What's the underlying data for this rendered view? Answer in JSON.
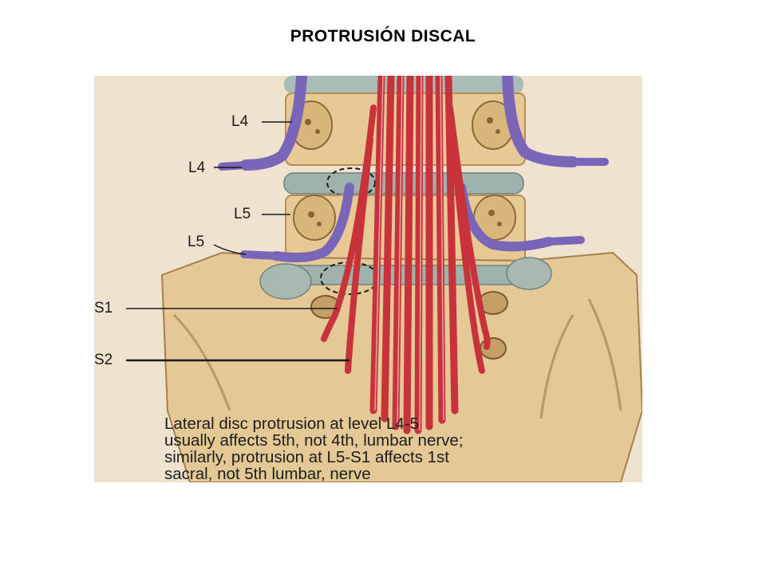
{
  "slide": {
    "title": "PROTRUSIÓN DISCAL"
  },
  "figure": {
    "labels": {
      "l4_vertebra": "L4",
      "l4_nerve": "L4",
      "l5_vertebra": "L5",
      "l5_nerve": "L5",
      "s1": "S1",
      "s2": "S2"
    },
    "caption": [
      "Lateral disc protrusion at level L4-5",
      "usually affects 5th, not 4th, lumbar nerve;",
      "similarly, protrusion at L5-S1 affects 1st",
      "sacral, not 5th lumbar, nerve"
    ],
    "colors": {
      "bone": "#e9cfa0",
      "disc": "#9fb2ab",
      "nerve_red": "#c8323a",
      "nerve_purple": "#7a66b8"
    }
  }
}
